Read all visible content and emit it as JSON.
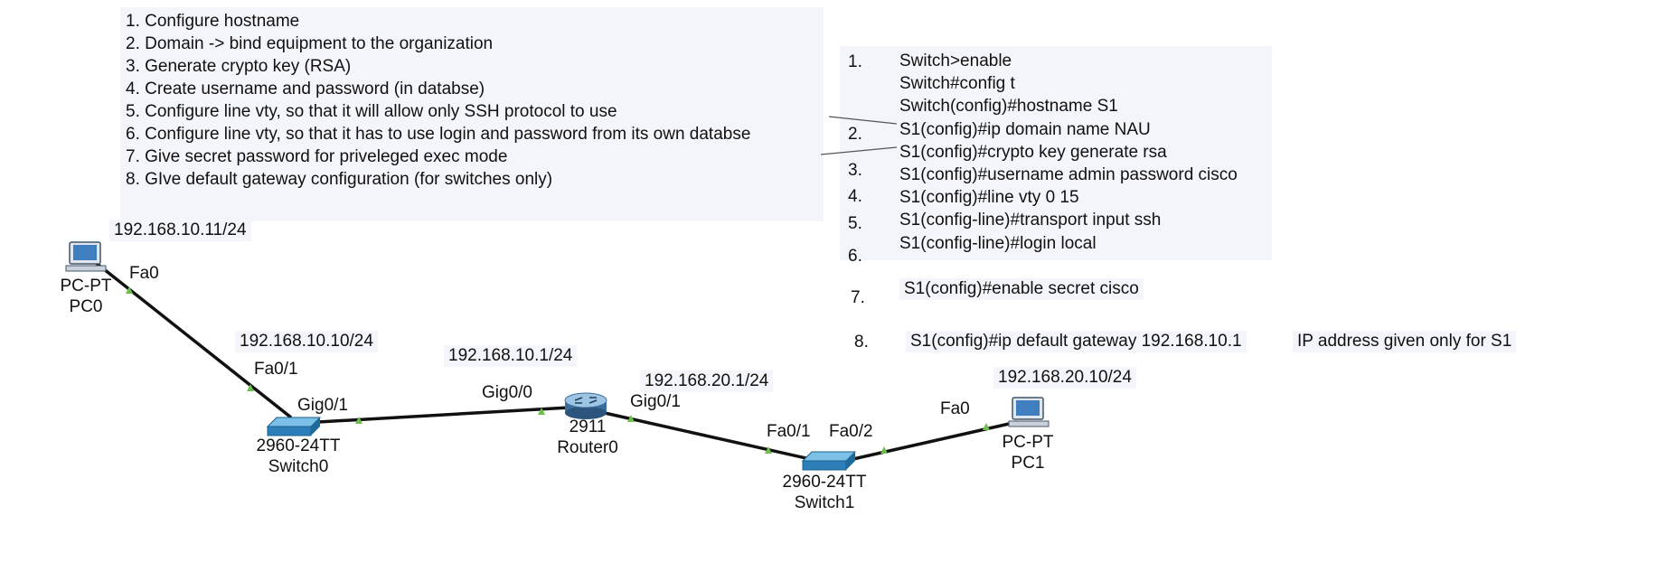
{
  "steps": [
    "1. Configure hostname",
    "2. Domain -> bind equipment to the organization",
    "3. Generate crypto key (RSA)",
    "4. Create username and password (in databse)",
    "5. Configure line vty, so that it will allow only SSH protocol to use",
    "6. Configure line vty, so that it has to use login and password from its own databse",
    "7. Give secret password for priveleged exec mode",
    "8. GIve default gateway configuration (for switches only)"
  ],
  "commands": {
    "numbers": [
      "1.",
      "2.",
      "3.",
      "4.",
      "5.",
      "6.",
      "7.",
      "8."
    ],
    "lines": [
      "Switch>enable",
      "Switch#config t",
      "Switch(config)#hostname S1",
      "S1(config)#ip domain name NAU",
      "S1(config)#crypto key generate rsa",
      "S1(config)#username admin password cisco",
      "S1(config)#line vty 0 15",
      "S1(config-line)#transport input ssh",
      "S1(config-line)#login local"
    ],
    "enable_secret": "S1(config)#enable secret cisco",
    "default_gateway": "S1(config)#ip default gateway 192.168.10.1",
    "gateway_note": "IP address given only for S1"
  },
  "devices": {
    "pc0": {
      "type": "PC-PT",
      "name": "PC0",
      "ip": "192.168.10.11/24",
      "port": "Fa0"
    },
    "switch0": {
      "type": "2960-24TT",
      "name": "Switch0",
      "ip": "192.168.10.10/24",
      "port_down": "Fa0/1",
      "port_up": "Gig0/1"
    },
    "router0": {
      "type": "2911",
      "name": "Router0",
      "ip_left": "192.168.10.1/24",
      "ip_right": "192.168.20.1/24",
      "port_left": "Gig0/0",
      "port_right": "Gig0/1"
    },
    "switch1": {
      "type": "2960-24TT",
      "name": "Switch1",
      "port_left": "Fa0/1",
      "port_right": "Fa0/2"
    },
    "pc1": {
      "type": "PC-PT",
      "name": "PC1",
      "ip": "192.168.20.10/24",
      "port": "Fa0"
    }
  },
  "colors": {
    "note_bg": "#f4f5fa",
    "link": "#111111",
    "port_marker": "#6dbf4b",
    "switch_blue": "#2c7fb8"
  }
}
